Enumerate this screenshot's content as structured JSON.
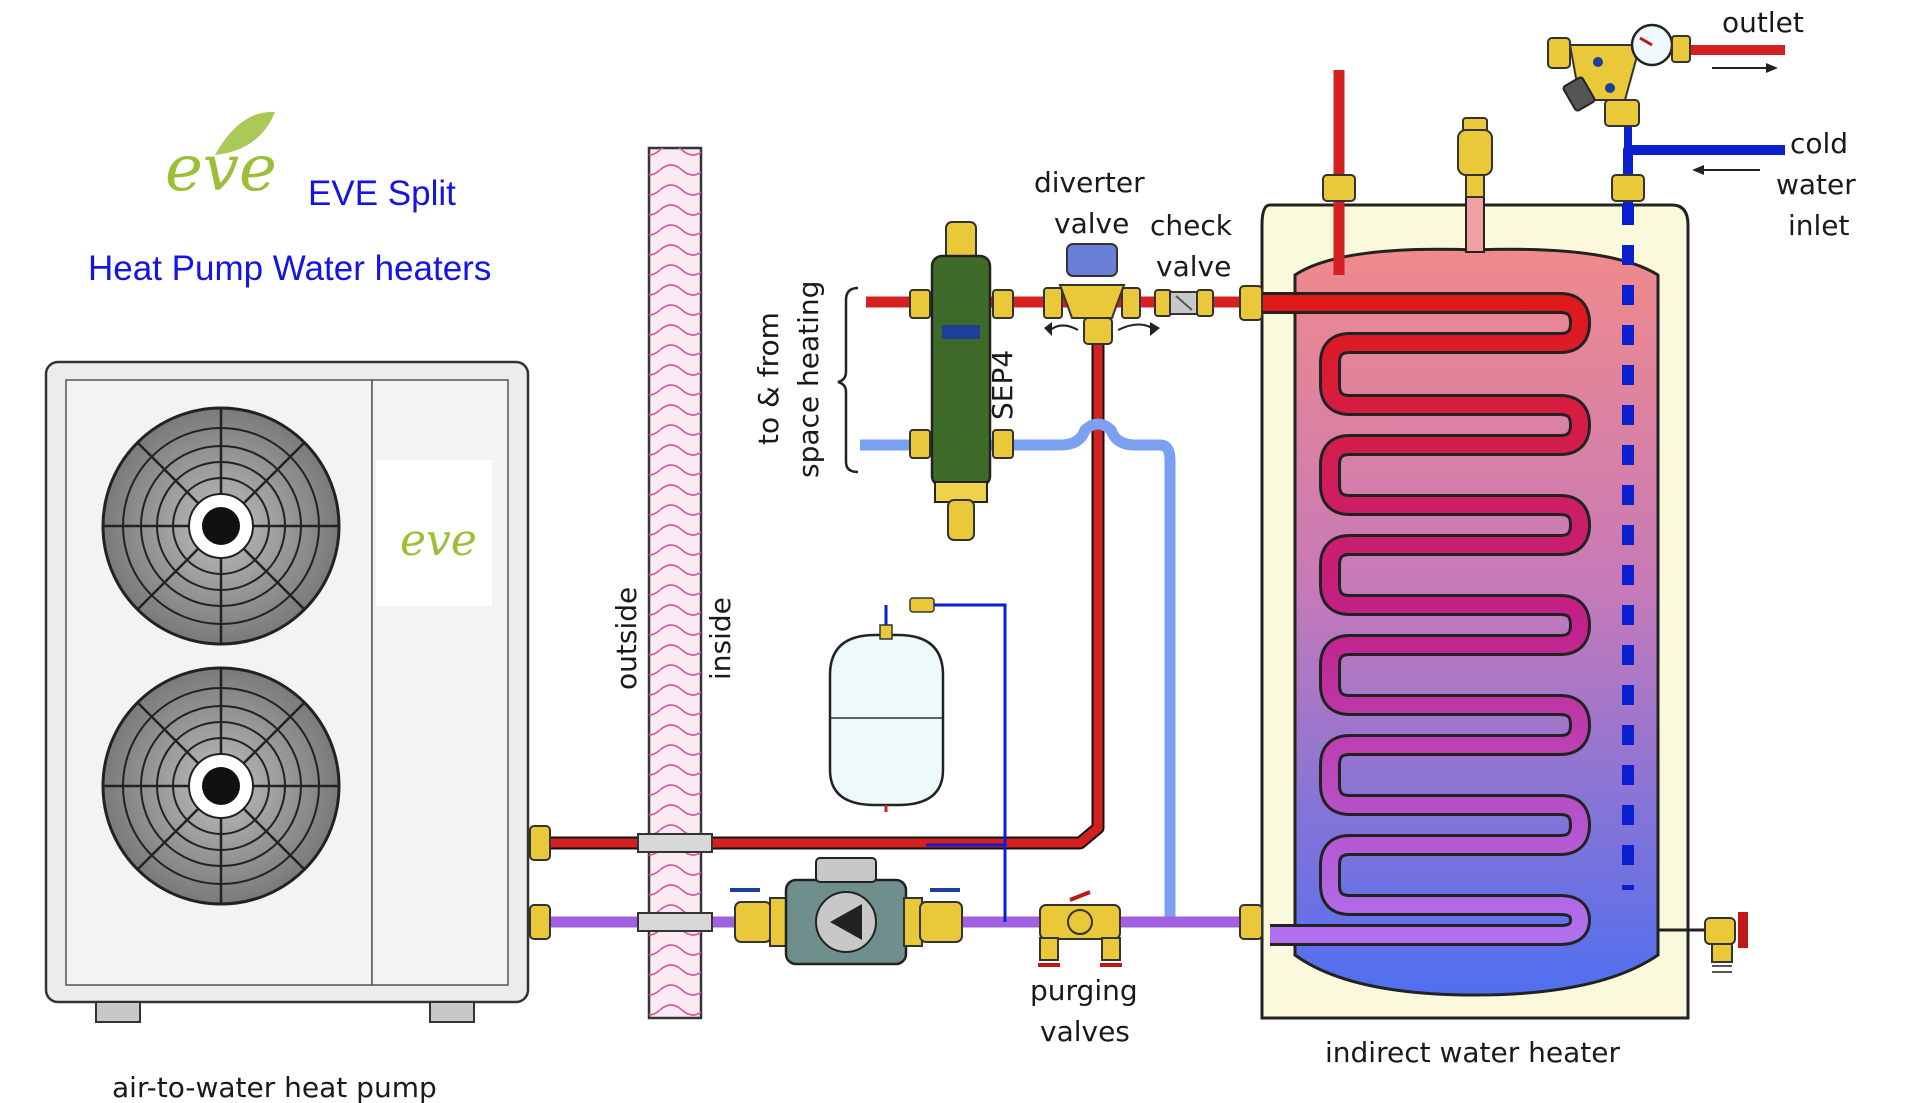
{
  "brand": {
    "logo_text": "eve",
    "product_name": "EVE Split",
    "subtitle": "Heat Pump Water heaters",
    "colors": {
      "brand_blue": "#1414e6",
      "logo_green": "#9cbf3a"
    }
  },
  "labels": {
    "outlet": "outlet",
    "cold_line1": "cold",
    "cold_line2": "water",
    "cold_line3": "inlet",
    "diverter_line1": "diverter",
    "diverter_line2": "valve",
    "check_line1": "check",
    "check_line2": "valve",
    "space_line1": "to & from",
    "space_line2": "space heating",
    "sep4": "SEP4",
    "outside": "outside",
    "inside": "inside",
    "purging_line1": "purging",
    "purging_line2": "valves",
    "water_heater": "indirect water heater",
    "heat_pump": "air-to-water heat pump"
  },
  "pipe_colors": {
    "supply_hot": "#d42020",
    "return_space": "#7aa0f0",
    "return_heat_pump": "#a060e0",
    "cold_water": "#0a1fd0",
    "expansion_line": "#0a1fd0"
  },
  "components": [
    "heat-pump-unit",
    "fan-icon",
    "wall-insulation",
    "hydraulic-separator",
    "diverter-valve-icon",
    "check-valve-icon",
    "expansion-tank",
    "circulator-pump-icon",
    "purging-valve-icon",
    "indirect-water-heater",
    "mixing-valve-icon",
    "drain-valve-icon",
    "air-vent-icon"
  ]
}
